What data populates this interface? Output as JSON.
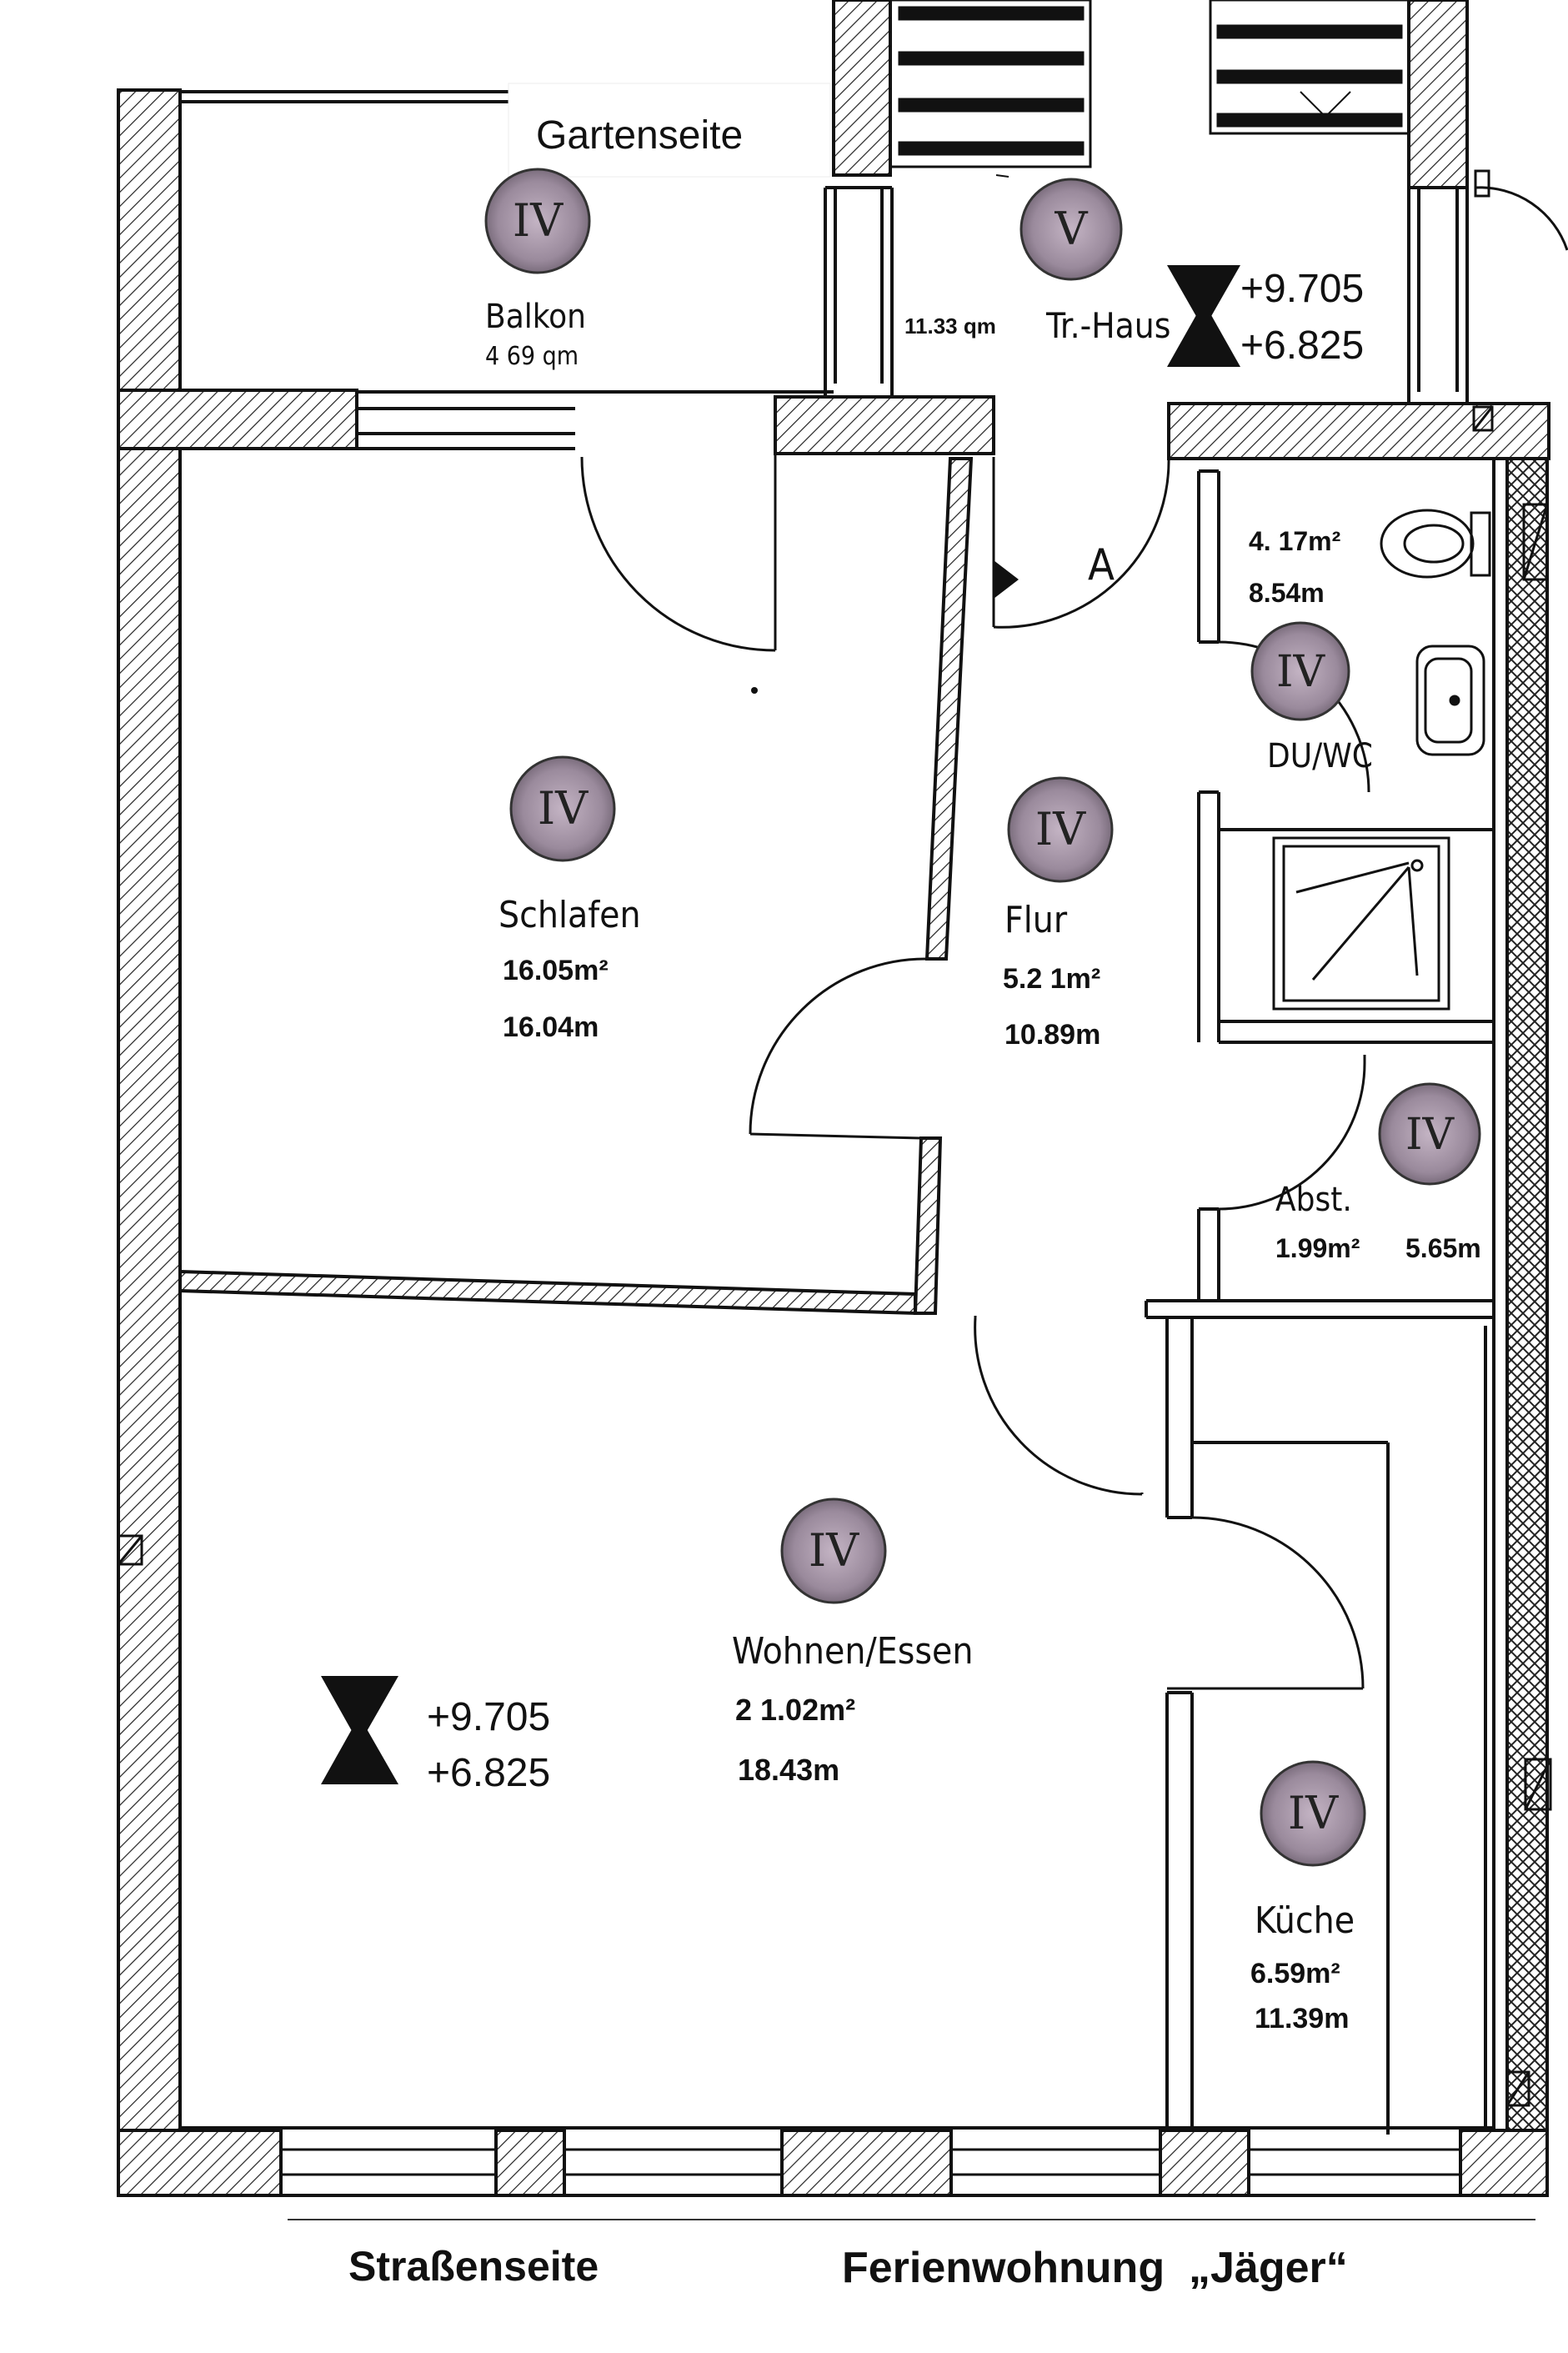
{
  "labels": {
    "garden_side": "Gartenseite",
    "street_side": "Straßenseite",
    "apartment_title": "Ferienwohnung  „Jäger“"
  },
  "rooms": {
    "balkon": {
      "name": "Balkon",
      "area": "4 69  qm",
      "fire_class": "IV"
    },
    "treppe": {
      "name": "Tr.-Haus",
      "area": "11.33  qm",
      "fire_class": "V"
    },
    "schlafen": {
      "name": "Schlafen",
      "area": "16.05m²",
      "perimeter": "16.04m",
      "fire_class": "IV"
    },
    "flur": {
      "name": "Flur",
      "area": "5.2 1m²",
      "perimeter": "10.89m",
      "fire_class": "IV"
    },
    "duwc": {
      "name": "DU/WC",
      "area": "4. 17m²",
      "perimeter": "8.54m",
      "fire_class": "IV"
    },
    "abst": {
      "name": "Abst.",
      "area": "1.99m²",
      "perimeter": "5.65m",
      "fire_class": "IV"
    },
    "wohnen": {
      "name": "Wohnen/Essen",
      "area": "2 1.02m²",
      "perimeter": "18.43m",
      "fire_class": "IV"
    },
    "kueche": {
      "name": "Küche",
      "area": "6.59m²",
      "perimeter": "11.39m",
      "fire_class": "IV"
    }
  },
  "levels": {
    "stair": {
      "upper": "+9.705",
      "lower": "+6.825"
    },
    "living": {
      "upper": "+9.705",
      "lower": "+6.825"
    }
  },
  "door_marker": "A",
  "colors": {
    "ink": "#111111",
    "disk": "#a898a8",
    "paper": "#ffffff"
  }
}
